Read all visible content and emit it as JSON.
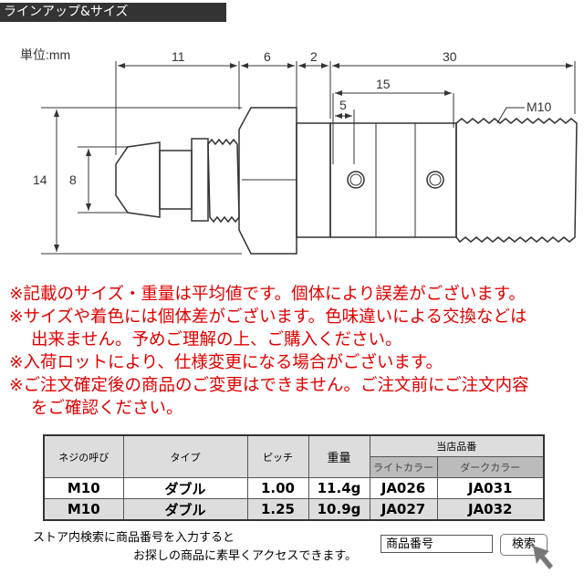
{
  "header": {
    "title": "ラインアップ&サイズ"
  },
  "diagram": {
    "unit": "単位:mm",
    "dims": {
      "d11": "11",
      "d6": "6",
      "d2": "2",
      "d30": "30",
      "d15": "15",
      "d5": "5",
      "d14": "14",
      "d8": "8",
      "thread": "M10"
    }
  },
  "notes": [
    "※記載のサイズ・重量は平均値です。個体により誤差がございます。",
    "※サイズや着色には個体差がございます。色味違いによる交換などは",
    "出来ません。予めご理解の上、ご購入ください。",
    "※入荷ロットにより、仕様変更になる場合がございます。",
    "※ご注文確定後の商品のご変更はできません。ご注文前にご注文内容",
    "をご確認ください。"
  ],
  "table": {
    "headers": {
      "thread": "ネジの呼び",
      "type": "タイプ",
      "pitch": "ピッチ",
      "weight": "重量",
      "code": "当店品番",
      "light": "ライトカラー",
      "dark": "ダークカラー"
    },
    "rows": [
      {
        "thread": "M10",
        "type": "ダブル",
        "pitch": "1.00",
        "weight": "11.4g",
        "light": "JA026",
        "dark": "JA031"
      },
      {
        "thread": "M10",
        "type": "ダブル",
        "pitch": "1.25",
        "weight": "10.9g",
        "light": "JA027",
        "dark": "JA032"
      }
    ]
  },
  "footer": {
    "line1": "ストア内検索に商品番号を入力すると",
    "line2": "お探しの商品に素早くアクセスできます。",
    "search_value": "商品番号",
    "search_button": "検索"
  }
}
